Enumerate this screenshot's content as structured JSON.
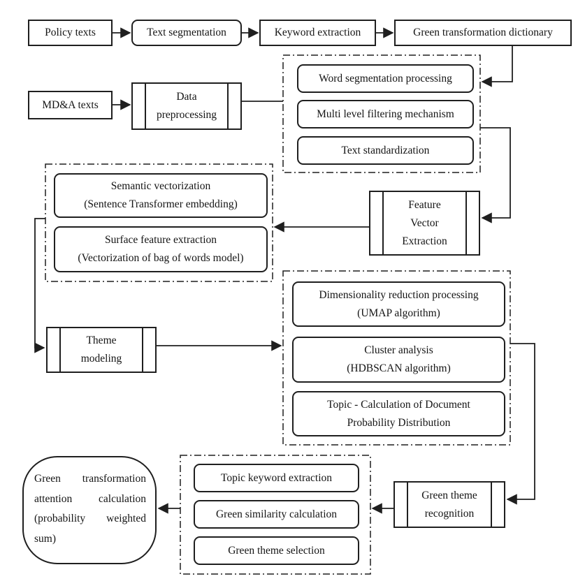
{
  "colors": {
    "stroke": "#1f1f1f",
    "text": "#141414",
    "background": "#ffffff"
  },
  "nodes": {
    "policy_texts": {
      "label": "Policy texts"
    },
    "text_segmentation": {
      "label": "Text segmentation"
    },
    "keyword_extraction": {
      "label": "Keyword extraction"
    },
    "green_dictionary": {
      "label": "Green transformation dictionary"
    },
    "mda_texts": {
      "label": "MD&A texts"
    },
    "data_preprocessing": {
      "label": "Data\npreprocessing"
    },
    "word_segmentation": {
      "label": "Word segmentation processing"
    },
    "multi_level_filtering": {
      "label": "Multi level filtering mechanism"
    },
    "text_standardization": {
      "label": "Text standardization"
    },
    "semantic_vectorization": {
      "label": "Semantic vectorization\n(Sentence Transformer embedding)"
    },
    "surface_feature": {
      "label": "Surface feature extraction\n(Vectorization of bag of words model)"
    },
    "feature_vector_extraction": {
      "label": "Feature\nVector\nExtraction"
    },
    "theme_modeling": {
      "label": "Theme\nmodeling"
    },
    "dimensionality_reduction": {
      "label": "Dimensionality reduction processing\n(UMAP algorithm)"
    },
    "cluster_analysis": {
      "label": "Cluster analysis\n(HDBSCAN algorithm)"
    },
    "topic_probability": {
      "label": "Topic - Calculation of Document\nProbability Distribution"
    },
    "green_theme_recognition": {
      "label": "Green theme\nrecognition"
    },
    "topic_keyword_extraction": {
      "label": "Topic keyword extraction"
    },
    "green_similarity": {
      "label": "Green similarity calculation"
    },
    "green_theme_selection": {
      "label": "Green theme selection"
    },
    "attention_calculation": {
      "label": "Green transformation attention calculation (probability weighted sum)"
    }
  }
}
